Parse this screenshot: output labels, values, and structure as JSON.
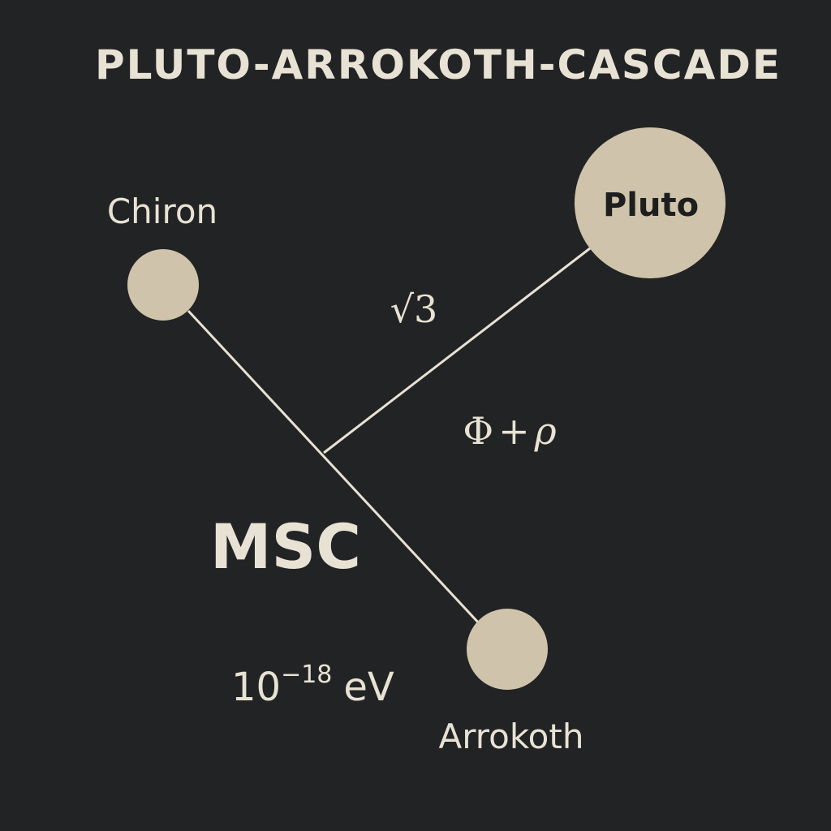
{
  "title": "PLUTO-ARROKOTH-CASCADE",
  "colors": {
    "background": "#222324",
    "ink": "#e8e2d4",
    "node": "#cfc4ab",
    "node_label": "#1e1e1e",
    "line": "#e8e2d4"
  },
  "nodes": {
    "chiron": {
      "label": "Chiron"
    },
    "pluto": {
      "label": "Pluto"
    },
    "arrokoth": {
      "label": "Arrokoth"
    }
  },
  "annotations": {
    "sqrt3_symbol": "√",
    "sqrt3_value": "3",
    "phi_rho_phi": "Φ",
    "phi_rho_plus": "+",
    "phi_rho_rho": "ρ",
    "msc": "MSC",
    "energy_base": "10",
    "energy_exponent": "−18",
    "energy_unit": "eV"
  }
}
